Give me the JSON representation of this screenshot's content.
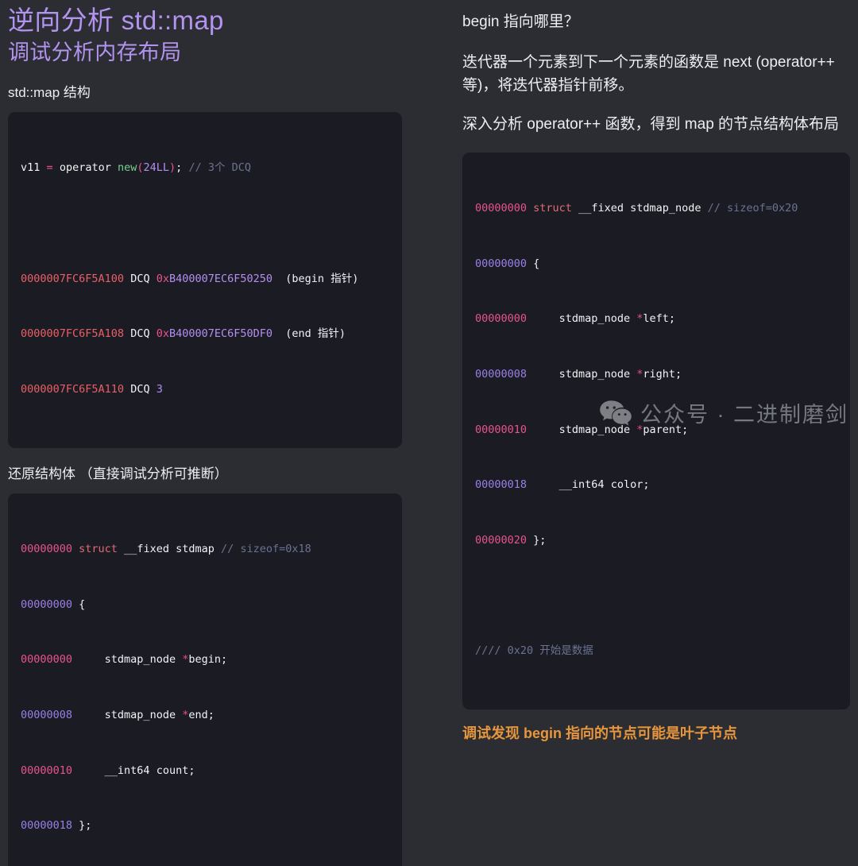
{
  "theme": {
    "page_bg": "#2b2d33",
    "code_bg": "#1b1c23",
    "heading_color": "#b293ef",
    "text_color": "#eceef2",
    "accent_warning": "#e8963c",
    "addr_color": "#eb5f66",
    "offset_color": "#e8538f",
    "comment_color": "#6a7290"
  },
  "left": {
    "title": "逆向分析 std::map",
    "subtitle": "调试分析内存布局",
    "section_1_label": "std::map 结构",
    "section_2_label": "还原结构体 （直接调试分析可推断）",
    "code_1": {
      "line_1": {
        "var": "v11",
        "eq": "=",
        "operator_kw": "operator",
        "fn": "new",
        "open": "(",
        "num": "24LL",
        "close": ")",
        "semi": ";",
        "comment": "// 3个 DCQ"
      },
      "rows": [
        {
          "addr": "0000007FC6F5A100",
          "op": "DCQ",
          "prefix": "0x",
          "value": "B400007EC6F50250",
          "note": "(begin 指针)"
        },
        {
          "addr": "0000007FC6F5A108",
          "op": "DCQ",
          "prefix": "0x",
          "value": "B400007EC6F50DF0",
          "note": "(end 指针)"
        },
        {
          "addr": "0000007FC6F5A110",
          "op": "DCQ",
          "prefix": "",
          "value": "3",
          "note": ""
        }
      ]
    },
    "code_2": {
      "lines": [
        {
          "offset": "00000000",
          "kw": "struct",
          "rest": " __fixed stdmap ",
          "comment": "// sizeof=0x18"
        },
        {
          "offset": "00000000",
          "kw": "",
          "rest": " {",
          "comment": ""
        },
        {
          "offset": "00000000",
          "kw": "",
          "rest": "     stdmap_node ",
          "star": "*",
          "tail": "begin;",
          "comment": ""
        },
        {
          "offset": "00000008",
          "kw": "",
          "rest": "     stdmap_node ",
          "star": "*",
          "tail": "end;",
          "comment": ""
        },
        {
          "offset": "00000010",
          "kw": "",
          "rest": "     __int64 count;",
          "comment": ""
        },
        {
          "offset": "00000018",
          "kw": "",
          "rest": " };",
          "comment": ""
        }
      ]
    }
  },
  "right": {
    "para_1": "begin 指向哪里？",
    "para_2": "迭代器一个元素到下一个元素的函数是 next (operator++ 等)，将迭代器指针前移。",
    "para_3": "深入分析 operator++ 函数，得到 map 的节点结构体布局",
    "code_1": {
      "lines": [
        {
          "offset": "00000000",
          "kw": "struct",
          "rest": " __fixed stdmap_node ",
          "comment": "// sizeof=0x20"
        },
        {
          "offset": "00000000",
          "kw": "",
          "rest": " {",
          "comment": ""
        },
        {
          "offset": "00000000",
          "kw": "",
          "rest": "     stdmap_node ",
          "star": "*",
          "tail": "left;",
          "comment": ""
        },
        {
          "offset": "00000008",
          "kw": "",
          "rest": "     stdmap_node ",
          "star": "*",
          "tail": "right;",
          "comment": ""
        },
        {
          "offset": "00000010",
          "kw": "",
          "rest": "     stdmap_node ",
          "star": "*",
          "tail": "parent;",
          "comment": ""
        },
        {
          "offset": "00000018",
          "kw": "",
          "rest": "     __int64 color;",
          "comment": ""
        },
        {
          "offset": "00000020",
          "kw": "",
          "rest": " };",
          "comment": ""
        }
      ],
      "trailing_comment": "//// 0x20 开始是数据"
    },
    "callout": "调试发现 begin 指向的节点可能是叶子节点"
  },
  "watermark": {
    "icon": "wechat-logo-icon",
    "text": "公众号 · 二进制磨剑"
  }
}
